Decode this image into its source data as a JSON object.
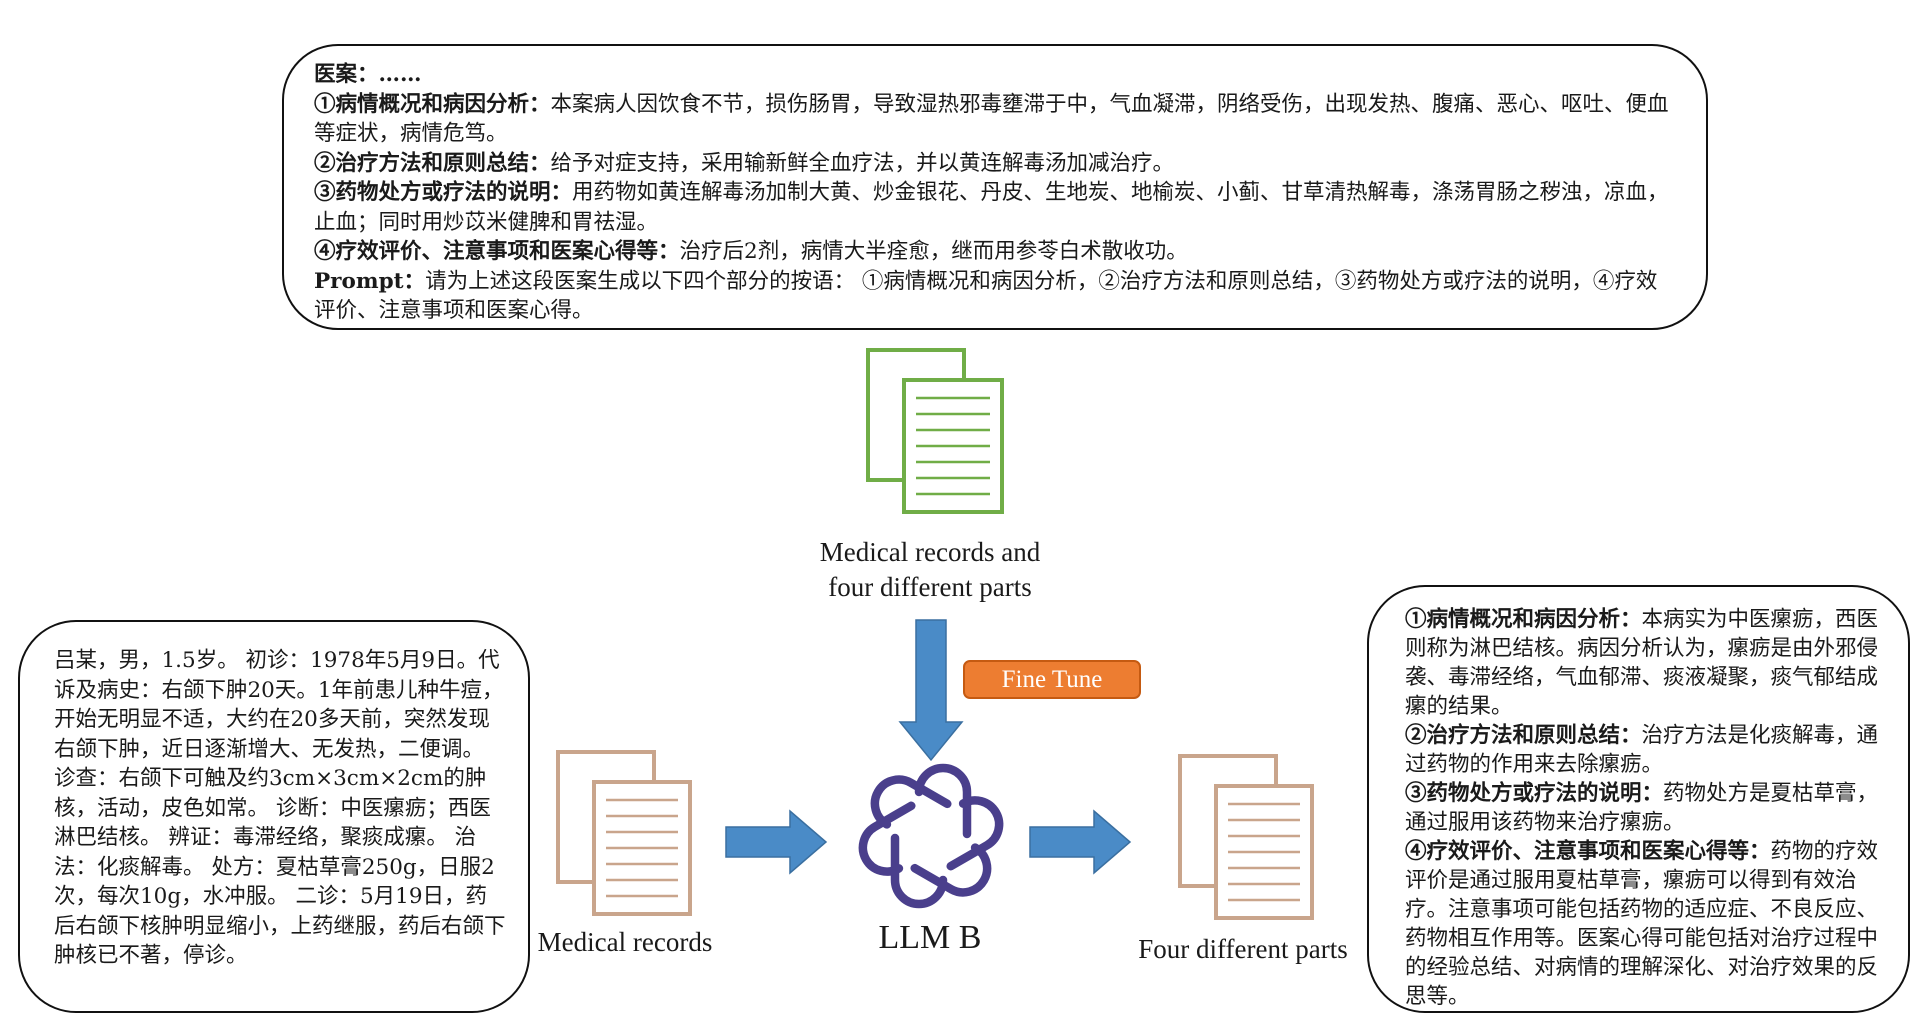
{
  "colors": {
    "green_doc": "#70ad47",
    "brown_doc": "#c9a58c",
    "arrow_blue": "#4a8bc7",
    "fine_tune_bg": "#ed7d31",
    "logo": "#4a3f8c"
  },
  "top_box": {
    "title": "医案：……",
    "items": [
      {
        "label": "①病情概况和病因分析：",
        "text": "本案病人因饮食不节，损伤肠胃，导致湿热邪毒壅滞于中，气血凝滞，阴络受伤，出现发热、腹痛、恶心、呕吐、便血等症状，病情危笃。"
      },
      {
        "label": "②治疗方法和原则总结：",
        "text": "给予对症支持，采用输新鲜全血疗法，并以黄连解毒汤加减治疗。"
      },
      {
        "label": "③药物处方或疗法的说明：",
        "text": "用药物如黄连解毒汤加制大黄、炒金银花、丹皮、生地炭、地榆炭、小蓟、甘草清热解毒，涤荡胃肠之秽浊，凉血，止血；同时用炒苡米健脾和胃祛湿。"
      },
      {
        "label": "④疗效评价、注意事项和医案心得等：",
        "text": "治疗后2剂，病情大半痊愈，继而用参苓白术散收功。"
      }
    ],
    "prompt_label": "Prompt：",
    "prompt_text": "请为上述这段医案生成以下四个部分的按语： ①病情概况和病因分析，②治疗方法和原则总结，③药物处方或疗法的说明，④疗效评价、注意事项和医案心得。"
  },
  "left_box": {
    "text": "吕某，男，1.5岁。 初诊：1978年5月9日。代诉及病史：右颌下肿20天。1年前患儿种牛痘，开始无明显不适，大约在20多天前，突然发现右颌下肿，近日逐渐增大、无发热，二便调。 诊查：右颌下可触及约3cm×3cm×2cm的肿核，活动，皮色如常。 诊断：中医瘰疬；西医淋巴结核。 辨证：毒滞经络，聚痰成瘰。 治法：化痰解毒。 处方：夏枯草膏250g，日服2次，每次10g，水冲服。 二诊：5月19日，药后右颌下核肿明显缩小，上药继服，药后右颌下肿核已不著，停诊。"
  },
  "right_box": {
    "items": [
      {
        "label": "①病情概况和病因分析：",
        "text": "本病实为中医瘰疬，西医则称为淋巴结核。病因分析认为，瘰疬是由外邪侵袭、毒滞经络，气血郁滞、痰液凝聚，痰气郁结成瘰的结果。"
      },
      {
        "label": "②治疗方法和原则总结：",
        "text": "治疗方法是化痰解毒，通过药物的作用来去除瘰疬。"
      },
      {
        "label": "③药物处方或疗法的说明：",
        "text": "药物处方是夏枯草膏，通过服用该药物来治疗瘰疬。"
      },
      {
        "label": "④疗效评价、注意事项和医案心得等：",
        "text": "药物的疗效评价是通过服用夏枯草膏，瘰疬可以得到有效治疗。注意事项可能包括药物的适应症、不良反应、药物相互作用等。医案心得可能包括对治疗过程中的经验总结、对病情的理解深化、对治疗效果的反思等。"
      }
    ]
  },
  "labels": {
    "top_doc_line1": "Medical records and",
    "top_doc_line2": "four different parts",
    "fine_tune": "Fine Tune",
    "medical_records": "Medical records",
    "llm": "LLM B",
    "four_parts": "Four different parts"
  }
}
